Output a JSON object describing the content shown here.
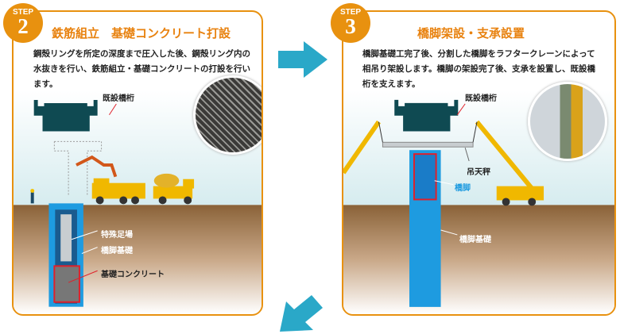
{
  "steps": [
    {
      "step_label": "STEP",
      "number": "2",
      "title": "鉄筋組立　基礎コンクリート打設",
      "description": "鋼殻リングを所定の深度まで圧入した後、鋼殻リング内の水抜きを行い、鉄筋組立・基礎コンクリートの打設を行います。",
      "labels": {
        "girder": "既設橋桁",
        "scaffold": "特殊足場",
        "foundation": "橋脚基礎",
        "concrete": "基礎コンクリート"
      }
    },
    {
      "step_label": "STEP",
      "number": "3",
      "title": "橋脚架設・支承設置",
      "description": "橋脚基礎工完了後、分割した橋脚をラフタークレーンによって相吊り架設します。橋脚の架設完了後、支承を設置し、既設橋桁を支えます。",
      "labels": {
        "girder": "既設橋桁",
        "balance": "吊天秤",
        "pier": "橋脚",
        "foundation": "橋脚基礎"
      }
    }
  ],
  "colors": {
    "accent": "#e8910f",
    "arrow": "#2aa8c8",
    "pier": "#1e9be0",
    "girder": "#0f4a52",
    "ground": "#8a6238",
    "highlight": "#e0202a"
  }
}
